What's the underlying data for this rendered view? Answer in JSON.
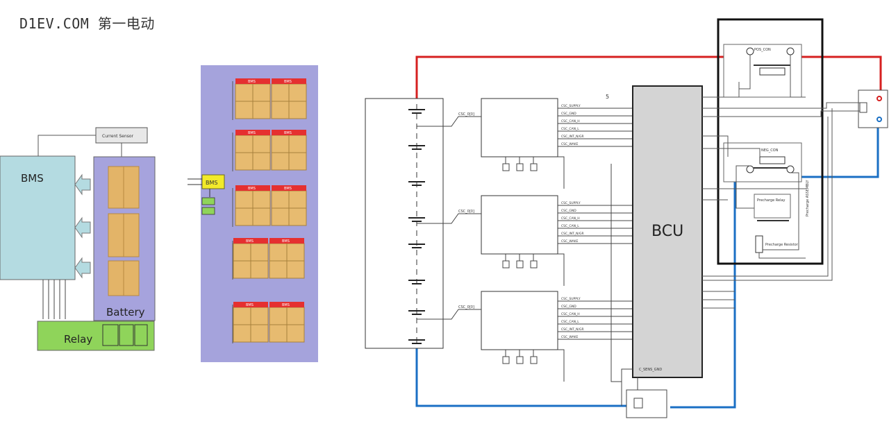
{
  "watermark": "D1EV.COM 第一电动",
  "left_diagram": {
    "bms_label": "BMS",
    "current_sensor_label": "Current Sensor",
    "battery_label": "Battery",
    "relay_label": "Relay",
    "colors": {
      "bms_fill": "#b4dbe1",
      "battery_fill": "#a6a3dd",
      "relay_fill": "#8fd45a",
      "cell_fill": "#e3b468"
    }
  },
  "middle_diagram": {
    "module_header": "BMS",
    "bms_box_label": "BMS",
    "colors": {
      "panel_fill": "#a5a3dc",
      "module_fill": "#e7bb70",
      "header_fill": "#e53030",
      "bms_box_fill": "#f2ea2a"
    }
  },
  "right_diagram": {
    "bcu_label": "BCU",
    "csc_input_label": "CSC_0[0]",
    "csc_lines": [
      "CSC_SUPPLY",
      "CSC_GND",
      "CSC_CAN_H",
      "CSC_CAN_L",
      "CSC_INT_N/GR",
      "CSC_WAKE"
    ],
    "pos_contactor_label": "POS_CON",
    "neg_contactor_label": "NEG_CON",
    "precharge_relay_label": "Precharge Relay",
    "precharge_resistor_label": "Precharge Resistor",
    "contactor_side_text": "Precharge ASSEMBLY",
    "bottom_sensor_label": "C_SENS_GND",
    "colors": {
      "positive": "#d62020",
      "negative": "#1a6fc4",
      "bcu_fill": "#d4d4d4",
      "wire": "#444444"
    }
  }
}
